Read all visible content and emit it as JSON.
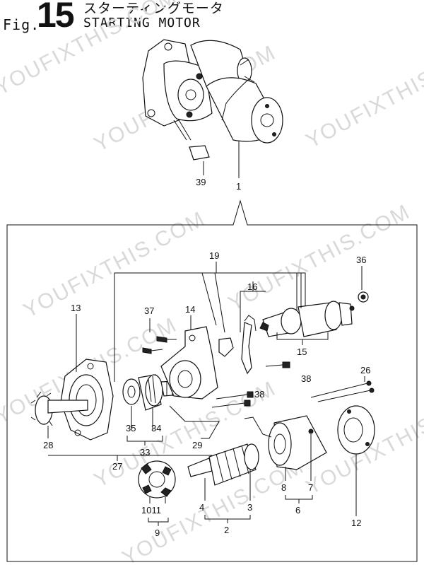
{
  "header": {
    "fig_word": "Fig.",
    "fig_number": "15",
    "title_jp": "スターティングモータ",
    "title_en": "STARTING MOTOR"
  },
  "watermark": "YOUFIXTHIS.COM",
  "callouts": {
    "p1": "1",
    "p2": "2",
    "p3": "3",
    "p4": "4",
    "p6": "6",
    "p7": "7",
    "p8": "8",
    "p9": "9",
    "p1011": "1011",
    "p12": "12",
    "p13": "13",
    "p14": "14",
    "p15": "15",
    "p16": "16",
    "p19": "19",
    "p26": "26",
    "p27": "27",
    "p28": "28",
    "p29": "29",
    "p33": "33",
    "p34": "34",
    "p35": "35",
    "p36": "36",
    "p37": "37",
    "p38a": "38",
    "p38b": "38",
    "p39": "39"
  }
}
